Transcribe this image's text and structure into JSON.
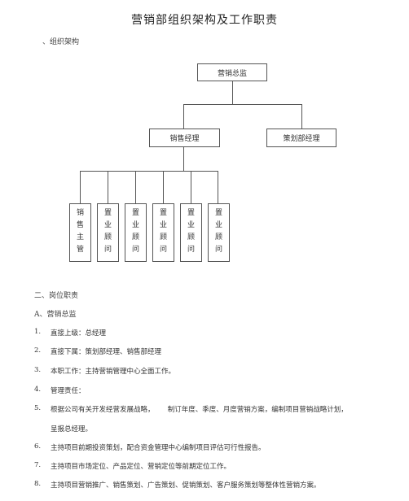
{
  "title": "营销部组织架构及工作职责",
  "section1": "、组织架构",
  "org": {
    "top": "营销总监",
    "mid_left": "销售经理",
    "mid_right": "策划部经理",
    "bottom": [
      [
        "销",
        "售",
        "主",
        "管"
      ],
      [
        "置",
        "业",
        "顾",
        "问"
      ],
      [
        "置",
        "业",
        "顾",
        "问"
      ],
      [
        "置",
        "业",
        "顾",
        "问"
      ],
      [
        "置",
        "业",
        "顾",
        "问"
      ],
      [
        "置",
        "业",
        "顾",
        "问"
      ]
    ]
  },
  "section2": "二、岗位职责",
  "subsection": "A、营销总监",
  "items": [
    {
      "num": "1.",
      "text": "直接上级：总经理"
    },
    {
      "num": "2.",
      "text": "直接下属：策划部经理、销售部经理"
    },
    {
      "num": "3.",
      "text": "本职工作：主持营销管理中心全面工作。"
    },
    {
      "num": "4.",
      "text": "管理责任："
    },
    {
      "num": "5.",
      "text": "根据公司有关开发经营发展战略，      制订年度、季度、月度营销方案，编制项目营销战略计划，"
    },
    {
      "num": "",
      "text": "呈报总经理。"
    },
    {
      "num": "6.",
      "text": "主持项目前期投资策划，配合资金管理中心编制项目评估可行性报告。"
    },
    {
      "num": "7.",
      "text": "主持项目市场定位、产品定位、营销定位等前期定位工作。"
    },
    {
      "num": "8.",
      "text": "主持项目营销推广、销售策划、广告策划、促销策划、客户服务策划等整体性营销方案。"
    }
  ]
}
